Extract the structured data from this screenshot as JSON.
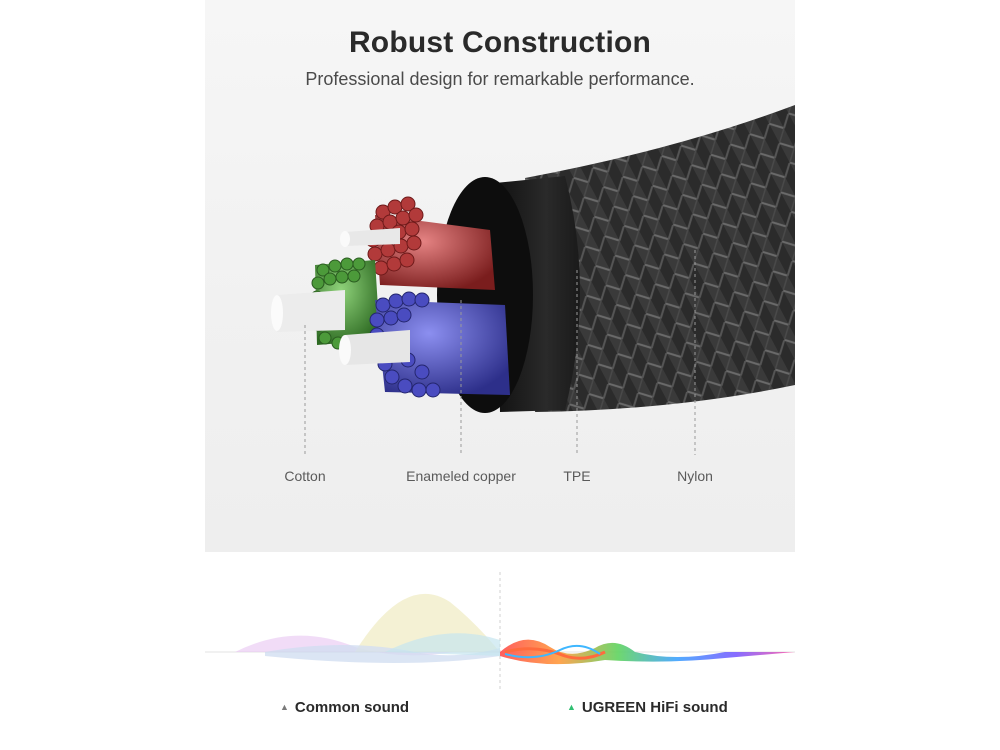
{
  "header": {
    "title": "Robust Construction",
    "subtitle": "Professional design for remarkable performance."
  },
  "layers": [
    {
      "label": "Cotton"
    },
    {
      "label": "Enameled copper"
    },
    {
      "label": "TPE"
    },
    {
      "label": "Nylon"
    }
  ],
  "sound": {
    "common_label": "Common sound",
    "hifi_label": "UGREEN HiFi sound"
  },
  "colors": {
    "title": "#2a2a2a",
    "hifi_marker": "#2fbf71",
    "common_marker": "#7a7a7a"
  }
}
